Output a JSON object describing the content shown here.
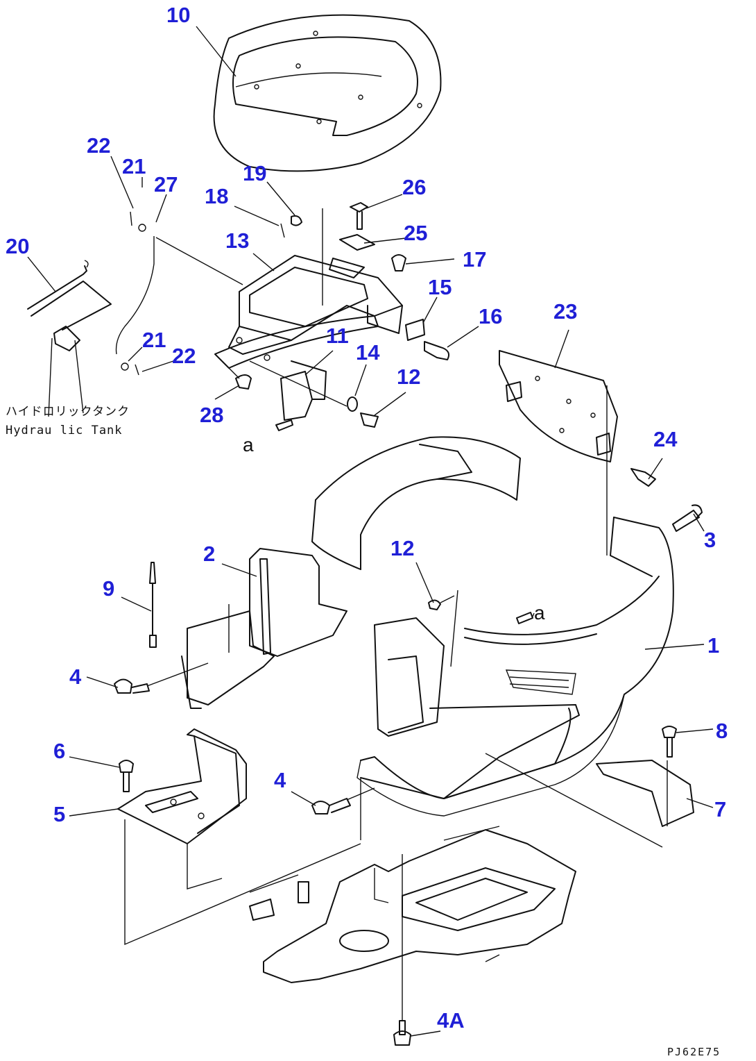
{
  "callouts": {
    "p10": "10",
    "p22a": "22",
    "p21a": "21",
    "p27": "27",
    "p19": "19",
    "p26": "26",
    "p18": "18",
    "p20": "20",
    "p13": "13",
    "p25": "25",
    "p17": "17",
    "p15": "15",
    "p16": "16",
    "p23": "23",
    "p21b": "21",
    "p22b": "22",
    "p11": "11",
    "p14": "14",
    "p12a": "12",
    "p28": "28",
    "p24": "24",
    "p3": "3",
    "p2": "2",
    "p12b": "12",
    "p9": "9",
    "p1": "1",
    "p4a": "4",
    "p8": "8",
    "p6": "6",
    "p4b": "4",
    "p5": "5",
    "p7": "7",
    "p4A": "4A"
  },
  "notes": {
    "hydraulic_jp": "ハイドロリックタンク",
    "hydraulic_en": "Hydrau lic Tank"
  },
  "refs": {
    "ref_a_left": "a",
    "ref_a_right": "a"
  },
  "drawing_code": "PJ62E75",
  "colors": {
    "callout": "#1f1fd6",
    "line": "#111111",
    "background": "#ffffff"
  }
}
